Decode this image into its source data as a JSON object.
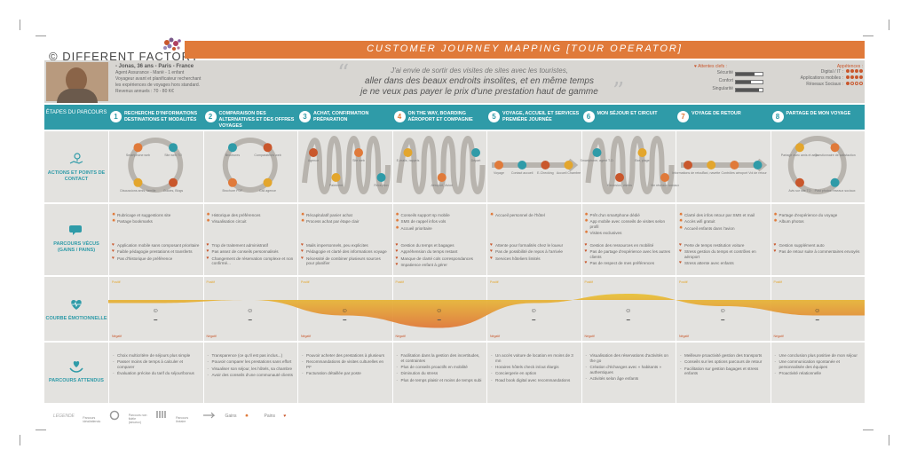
{
  "header": {
    "logo": "© DIFFERENT FACTORY",
    "title": "CUSTOMER JOURNEY MAPPING  [TOUR OPERATOR]"
  },
  "persona": {
    "name_line": "- Jonas, 36 ans - Paris - France",
    "details": [
      "Agent Assurance - Marié - 1 enfant",
      "Voyageur avant et planificateur recherchant",
      "les expériences de voyages hors standard.",
      "Revenus annuels : 70 - 80 K€"
    ],
    "quote_l1": "J'ai envie de sortir des visites de sites avec les touristes,",
    "quote_l2": "aller dans des beaux endroits insolites, et en même temps",
    "quote_l3": "je ne veux pas payer le prix d'une prestation haut de gamme",
    "attentes_title": "Attentes clefs :",
    "attentes": [
      {
        "label": "Sécurité",
        "level": 0.7
      },
      {
        "label": "Confort",
        "level": 0.55
      },
      {
        "label": "Singularité",
        "level": 0.85
      }
    ],
    "appetences_title": "Appétences :",
    "appetences": [
      {
        "label": "Digital / IT",
        "level": 4,
        "max": 4
      },
      {
        "label": "Applications mobiles",
        "level": 4,
        "max": 4
      },
      {
        "label": "Réseaux Sociaux",
        "level": 1,
        "max": 4
      }
    ]
  },
  "stages_title": "ÉTAPES DU PARCOURS",
  "stages": [
    {
      "num": "1",
      "label": "RECHERCHE D'INFORMATIONS DESTINATIONS ET MODALITÉS"
    },
    {
      "num": "2",
      "label": "COMPARAISON DES ALTERNATIVES ET DES OFFRES VOYAGES"
    },
    {
      "num": "3",
      "label": "ACHAT, CONFIRMATION PRÉPARATION"
    },
    {
      "num": "4",
      "label": "ON THE WAY, BOARDING AÉROPORT ET COMPAGNIE"
    },
    {
      "num": "5",
      "label": "VOYAGE, ACCUEIL ET SERVICES PREMIÈRE JOURNÉE"
    },
    {
      "num": "6",
      "label": "MON SÉJOUR ET CIRCUIT"
    },
    {
      "num": "7",
      "label": "VOYAGE DE RETOUR"
    },
    {
      "num": "8",
      "label": "PARTAGE DE MON VOYAGE"
    }
  ],
  "rows": {
    "actions": "ACTIONS ET POINTS DE CONTACT",
    "parcours": "PARCOURS VÉCUS (GAINS / PAINS)",
    "courbe": "COURBE ÉMOTIONNELLE",
    "attendus": "PARCOURS ATTENDUS"
  },
  "touchpoints": [
    [
      "Smartphone web",
      "Site web TO",
      "Guides, Blogs",
      "Discussions amis, famille"
    ],
    [
      "Brochures",
      "Comparateurs web",
      "Call agence",
      "Brochure PDF"
    ],
    [
      "Agence",
      "Paiement",
      "Site web",
      "Réception"
    ],
    [
      "E-mails, rappels",
      "Aéroport, Avion",
      "Départ"
    ],
    [
      "Voyage",
      "Contact accueil",
      "E-Checking",
      "Accueil Chambre"
    ],
    [
      "Smartphone, agent T.O.",
      "Excursion, visites",
      "Bar, plage",
      "Vie réseaux sociaux"
    ],
    [
      "Informations de retour",
      "Taxi, navette",
      "Contrôles aéroport",
      "Vol de retour"
    ],
    [
      "Partage avec amis et amis",
      "Questionnaire de satisfaction",
      "Post photos réseaux sociaux",
      "Avis sur site TO"
    ]
  ],
  "gains": [
    [
      "Rubricage et suggestions site",
      "Partage bookmarks"
    ],
    [
      "Historique des préférences",
      "Visualisation circuit"
    ],
    [
      "Récapitulatif panier achat",
      "Process achat par étape clair"
    ],
    [
      "Conseils support sp mobile",
      "SMS de rappel infos vols",
      "Accueil prioritaire"
    ],
    [
      "Accueil personnel de l'hôtel"
    ],
    [
      "Prêt d'un smartphone dédié",
      "App mobile avec conseils de visites selon profil",
      "Visites exclusives"
    ],
    [
      "Clarté des infos retour par SMS et mail",
      "Accès wifi gratuit",
      "Accueil enfants dans l'avion"
    ],
    [
      "Partage d'expérience du voyage",
      "Album photos"
    ]
  ],
  "pains": [
    [
      "Application mobile sans composant prioritaire",
      "Faible pédagogie prestations et transferts",
      "Pas d'historique de préférence"
    ],
    [
      "Trop de traitement administratif",
      "Pas assez de conseils personnalisés",
      "Changement de réservation complexe et non confirmé..."
    ],
    [
      "Mails impersonnels, peu explicites",
      "Pédagogie et clarté des informations voyage",
      "Nécessité de combiner plusieurs sources pour planifier"
    ],
    [
      "Gestion du temps et bagages",
      "Appréhension du temps restant",
      "Manque de clarté cols correspondances",
      "Impatience enfant à gérer"
    ],
    [
      "Attente pour formalités chez le loueur",
      "Pas de possibilité de repos à l'arrivée",
      "Services hôteliers limités"
    ],
    [
      "Gestion des ressources en mobilité",
      "Pas de partage d'expérience avec les autres clients",
      "Pas de respect de mes préférences"
    ],
    [
      "Perte de temps restitution voiture",
      "Stress gestion du temps et contrôles en aéroport",
      "Stress attente avec enfants"
    ],
    [
      "Gestion supplément auto",
      "Pas de retour suite à commentaires envoyés"
    ]
  ],
  "emotion_levels": [
    0.55,
    0.6,
    0.35,
    0.15,
    0.55,
    0.7,
    0.5,
    0.35
  ],
  "emotion_labels": {
    "top": "Positif",
    "bottom": "Négatif"
  },
  "attendus": [
    [
      "Choix multicritère de séjours plus simple",
      "Passer moins de temps à calculer et comparer",
      "Évaluation précise du tarif du séjour/bonus"
    ],
    [
      "Transparence (ce qu'il est pas inclus...)",
      "Pouvoir comparer les prestations sans effort",
      "Visualiser son séjour, les hôtels, sa chambre",
      "Avoir des conseils d'une communauté clients"
    ],
    [
      "Pouvoir acheter des prestations à plusieurs",
      "Recommandations de visites culturelles en PF",
      "Facturation détaillée par poste"
    ],
    [
      "Facilitation dans la gestion des incertitudes, et contraintes",
      "Plus de conseils proactifs en mobilité",
      "Diminution du stress",
      "Plus de temps plaisir et moins de temps subi"
    ],
    [
      "Un accès voiture de location en moins de 3 mn",
      "Horaires hôtels check in/out élargis",
      "Conciergerie en option",
      "Road book digital avec recommandations"
    ],
    [
      "Visualisation des réservations d'activités on the go",
      "Création d'échanges avec « habitants » authentiques",
      "Activités selon âge enfants"
    ],
    [
      "Meilleure proactivité gestion des transports",
      "Conseils sur les options parcours de retour",
      "Facilitation sur gestion bagages et stress enfants"
    ],
    [
      "Une conclusion plus positive de mon séjour",
      "Une communication spontanée et personnalisée des équipes",
      "Proactivité relationnelle"
    ]
  ],
  "legend": {
    "title": "LÉGENDE",
    "items": [
      "Parcours idéal/attendu",
      "Parcours non fidèle (sinueux)",
      "Parcours linéaire",
      "Gains",
      "Pains"
    ]
  },
  "colors": {
    "teal": "#2f9ba8",
    "orange": "#e07a3a",
    "gold": "#e3a62d",
    "red": "#c9572c"
  }
}
